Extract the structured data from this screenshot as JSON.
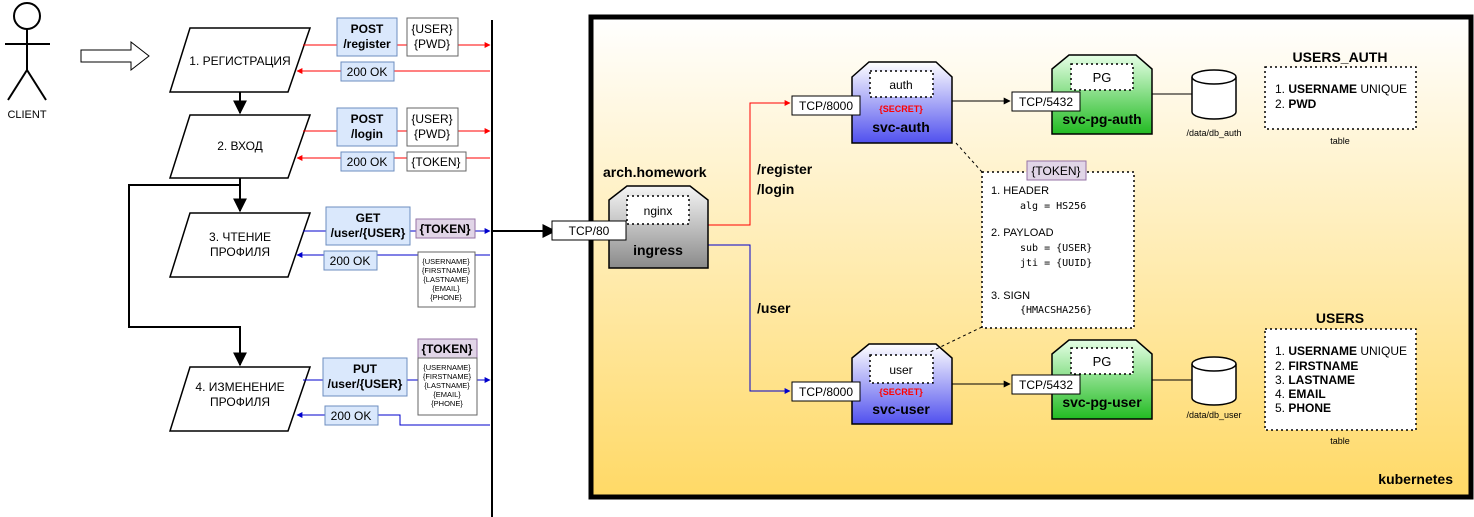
{
  "client": {
    "label": "CLIENT"
  },
  "flow": {
    "steps": [
      {
        "label": "1. РЕГИСТРАЦИЯ"
      },
      {
        "label": "2. ВХОД"
      },
      {
        "label_line1": "3. ЧТЕНИЕ",
        "label_line2": "ПРОФИЛЯ"
      },
      {
        "label_line1": "4. ИЗМЕНЕНИЕ",
        "label_line2": "ПРОФИЛЯ"
      }
    ],
    "requests": [
      {
        "method": "POST",
        "path": "/register",
        "body": [
          "{USER}",
          "{PWD}"
        ],
        "response": "200 OK"
      },
      {
        "method": "POST",
        "path": "/login",
        "body": [
          "{USER}",
          "{PWD}"
        ],
        "response": "200 OK",
        "response_body": "{TOKEN}"
      },
      {
        "method": "GET",
        "path": "/user/{USER}",
        "header": "{TOKEN}",
        "response": "200 OK",
        "response_body": [
          "{USERNAME}",
          "{FIRSTNAME}",
          "{LASTNAME}",
          "{EMAIL}",
          "{PHONE}"
        ]
      },
      {
        "method": "PUT",
        "path": "/user/{USER}",
        "header": "{TOKEN}",
        "body": [
          "{USERNAME}",
          "{FIRSTNAME}",
          "{LASTNAME}",
          "{EMAIL}",
          "{PHONE}"
        ],
        "response": "200 OK"
      }
    ]
  },
  "cluster": {
    "label": "kubernetes",
    "host": "arch.homework",
    "ingress": {
      "top": "nginx",
      "name": "ingress",
      "port": "TCP/80"
    },
    "routes": {
      "auth_line1": "/register",
      "auth_line2": "/login",
      "user": "/user"
    },
    "svc_auth": {
      "top": "auth",
      "secret": "{SECRET}",
      "name": "svc-auth",
      "port": "TCP/8000"
    },
    "svc_user": {
      "top": "user",
      "secret": "{SECRET}",
      "name": "svc-user",
      "port": "TCP/8000"
    },
    "pg_auth": {
      "top": "PG",
      "name": "svc-pg-auth",
      "port": "TCP/5432",
      "volume": "/data/db_auth"
    },
    "pg_user": {
      "top": "PG",
      "name": "svc-pg-user",
      "port": "TCP/5432",
      "volume": "/data/db_user"
    },
    "token": {
      "title": "{TOKEN}",
      "header_title": "1. HEADER",
      "header_line": "alg = HS256",
      "payload_title": "2. PAYLOAD",
      "payload_line1": "sub = {USER}",
      "payload_line2": "jti = {UUID}",
      "sign_title": "3. SIGN",
      "sign_line": "{HMACSHA256}"
    },
    "users_auth_table": {
      "title": "USERS_AUTH",
      "caption": "table",
      "rows": [
        {
          "n": "1. ",
          "name": "USERNAME",
          "suffix": " UNIQUE"
        },
        {
          "n": "2. ",
          "name": "PWD",
          "suffix": ""
        }
      ]
    },
    "users_table": {
      "title": "USERS",
      "caption": "table",
      "rows": [
        {
          "n": "1. ",
          "name": "USERNAME",
          "suffix": " UNIQUE"
        },
        {
          "n": "2. ",
          "name": "FIRSTNAME",
          "suffix": ""
        },
        {
          "n": "3. ",
          "name": "LASTNAME",
          "suffix": ""
        },
        {
          "n": "4. ",
          "name": "EMAIL",
          "suffix": ""
        },
        {
          "n": "5. ",
          "name": "PHONE",
          "suffix": ""
        }
      ]
    }
  },
  "colors": {
    "request_red": "#ff0000",
    "request_blue": "#0000cc",
    "label_box": "#dae8fc",
    "label_box_border": "#6c8ebf",
    "token_box": "#e1d5e7",
    "token_box_border": "#9673a6",
    "secret": "#ff0000"
  }
}
